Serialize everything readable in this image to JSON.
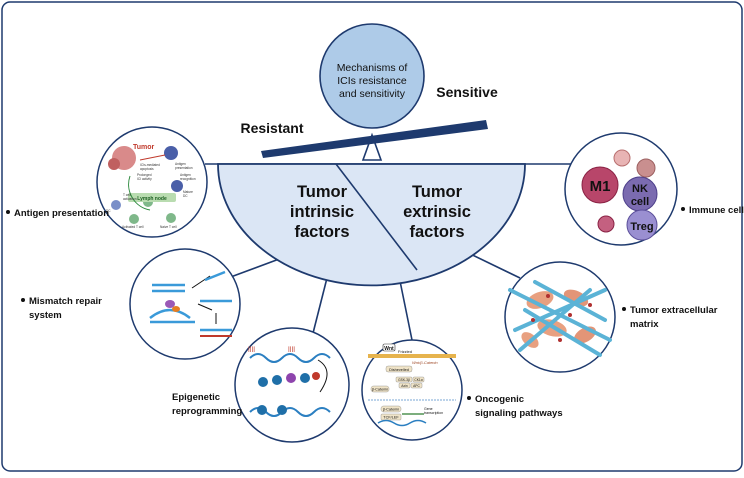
{
  "center": {
    "title_lines": [
      "Mechanisms of",
      "ICIs resistance",
      "and sensitivity"
    ],
    "resistant": "Resistant",
    "sensitive": "Sensitive",
    "intrinsic_lines": [
      "Tumor",
      "intrinsic",
      "factors"
    ],
    "extrinsic_lines": [
      "Tumor",
      "extrinsic",
      "factors"
    ]
  },
  "factors": {
    "antigen_presentation": "Antigen presentation",
    "mismatch_repair_lines": [
      "Mismatch repair",
      "system"
    ],
    "epigenetic_lines": [
      "Epigenetic",
      "reprogramming"
    ],
    "oncogenic_lines": [
      "Oncogenic",
      "signaling pathways"
    ],
    "immune_cells": "Immune cells",
    "ecm_lines": [
      "Tumor extracellular",
      "matrix"
    ]
  },
  "antigen_panel": {
    "tumor": "Tumor",
    "lymph_node": "Lymph node",
    "lines": [
      "ICIs-mediated",
      "apoptosis",
      "Prolonged",
      "ICI activity",
      "Antigen",
      "presentation",
      "Antigen",
      "recognition",
      "T cell",
      "activation",
      "Activated T cell",
      "Mature",
      "DC",
      "Naive T cell",
      "DC"
    ]
  },
  "immune_panel": {
    "m1": "M1",
    "nk_lines": [
      "NK",
      "cell"
    ],
    "treg": "Treg"
  },
  "oncogenic_panel": {
    "wnt": "Wnt",
    "frizzled": "Frizzled",
    "pathway": "Wnt/β-Catenin",
    "dishevelled": "Dishevelled",
    "complex_lines": [
      "GSK-3β",
      "CK1α",
      "Axin",
      "APC"
    ],
    "beta_catenin": "β-Catenin",
    "tcf": "TCF/LEF",
    "gene_lines": [
      "Gene",
      "transcription"
    ]
  },
  "colors": {
    "frame": "#1e3a6e",
    "bowl_fill": "#dbe6f5",
    "title_fill": "#aecbe8",
    "beam": "#1e3a6e",
    "circle_stroke": "#1e3a6e"
  }
}
